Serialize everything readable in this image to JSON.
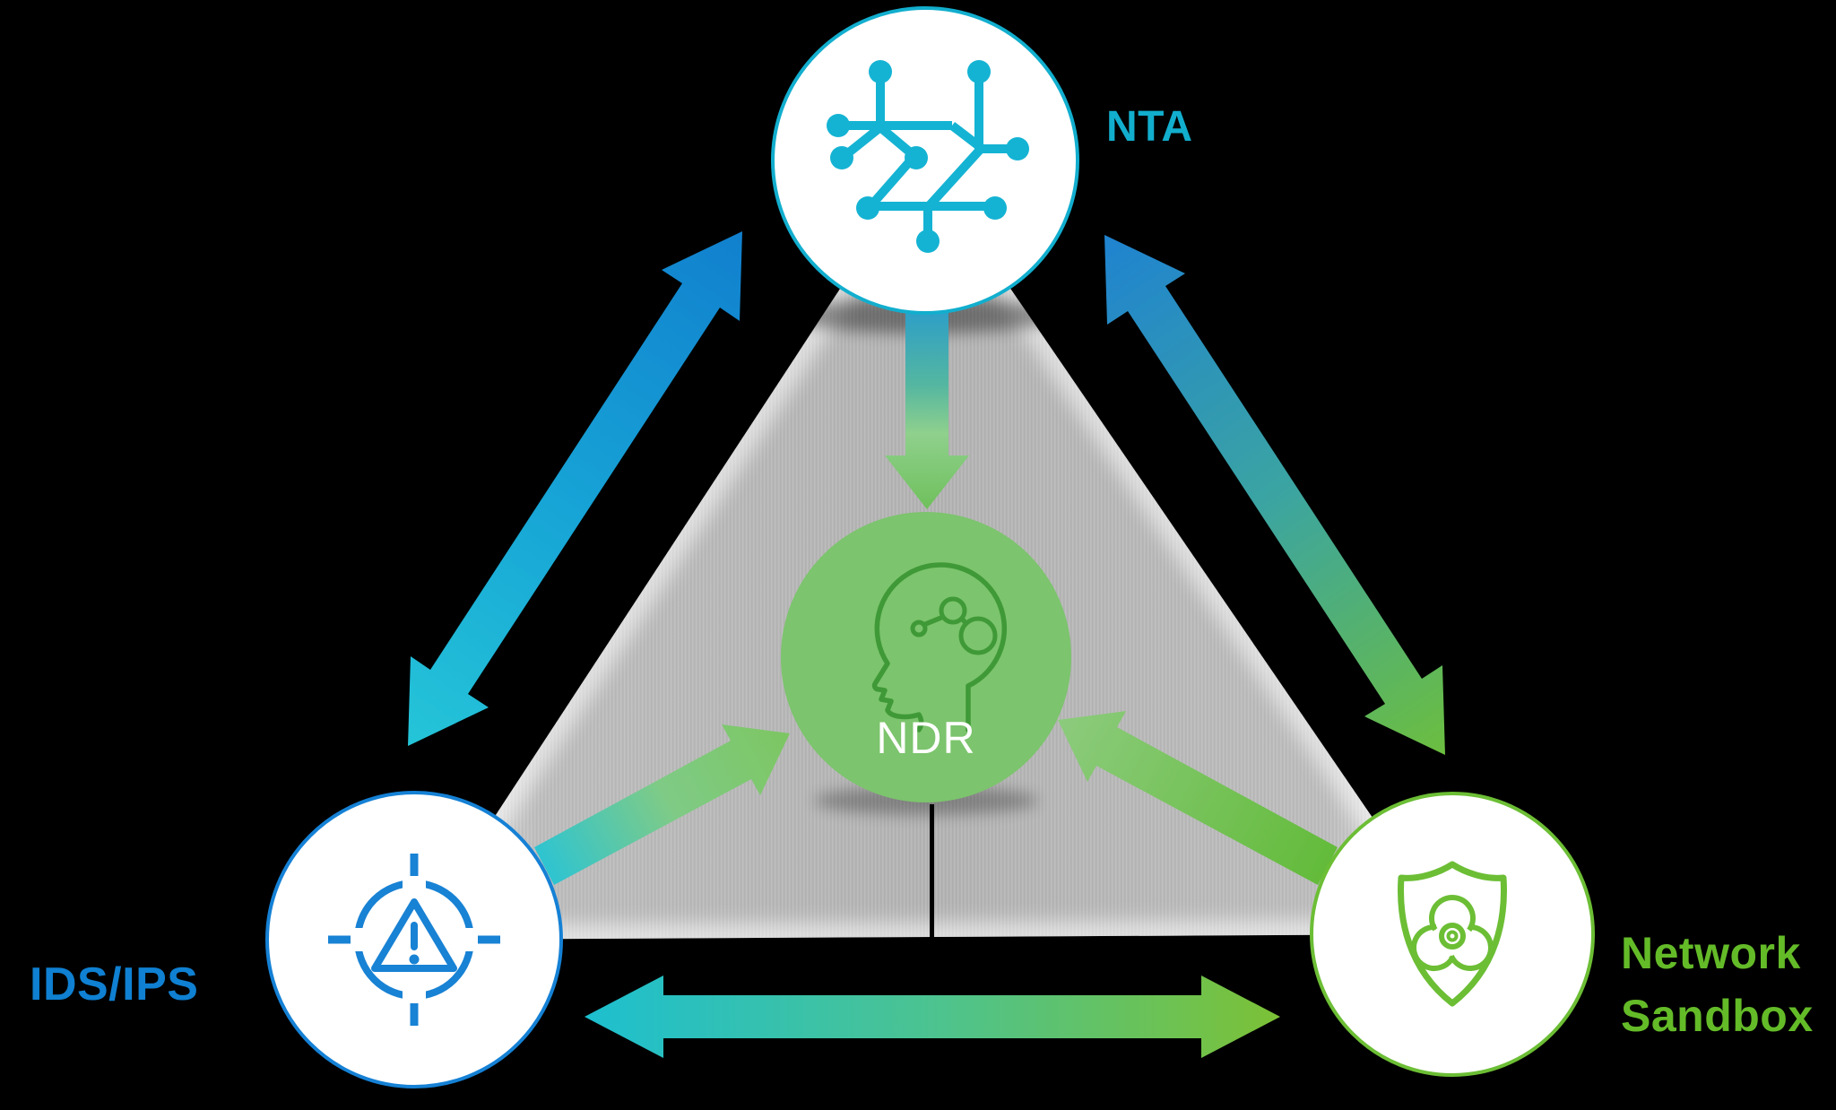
{
  "page": {
    "background": "#000000",
    "description": "NDR security triangle diagram"
  },
  "nodes": {
    "nta": {
      "label": "NTA",
      "label_color": "#12aece",
      "icon": "network-graph-icon",
      "icon_color": "#14b3d3",
      "circle_fill": "#ffffff",
      "circle_border": "#12aece"
    },
    "ids_ips": {
      "label": "IDS/IPS",
      "label_color": "#0f80d2",
      "icon": "threat-target-icon",
      "icon_color": "#1882d4",
      "circle_fill": "#ffffff",
      "circle_border": "#1581d5"
    },
    "sandbox": {
      "label_line1": "Network",
      "label_line2": "Sandbox",
      "label_color": "#64bb28",
      "icon": "shield-biohazard-icon",
      "icon_color": "#6cbe35",
      "circle_fill": "#ffffff",
      "circle_border": "#6cbe35"
    },
    "ndr": {
      "label": "NDR",
      "label_color": "#ffffff",
      "icon": "head-ai-icon",
      "icon_color": "#3f9937",
      "circle_fill": "#7cc46d"
    }
  },
  "connections": [
    {
      "from": "nta",
      "to": "ids_ips",
      "style": "double-arrow",
      "gradient": [
        "#1180ce",
        "#25c5d8"
      ]
    },
    {
      "from": "nta",
      "to": "sandbox",
      "style": "double-arrow",
      "gradient": [
        "#1f83d0",
        "#6cbe3f"
      ]
    },
    {
      "from": "ids_ips",
      "to": "sandbox",
      "style": "double-arrow",
      "gradient": [
        "#1dbfd0",
        "#7cc136"
      ]
    },
    {
      "from": "nta",
      "to": "ndr",
      "style": "arrow",
      "gradient": [
        "#2d9ec8",
        "#8fd08d",
        "#6fc05b"
      ]
    },
    {
      "from": "ids_ips",
      "to": "ndr",
      "style": "arrow",
      "gradient": [
        "#2ec4d1",
        "#7dc662"
      ]
    },
    {
      "from": "sandbox",
      "to": "ndr",
      "style": "arrow",
      "gradient": [
        "#63bb3a",
        "#8ccb7d"
      ]
    }
  ],
  "triangle": {
    "fill": "#b5b5b5",
    "edge_glow": "#ffffff"
  }
}
